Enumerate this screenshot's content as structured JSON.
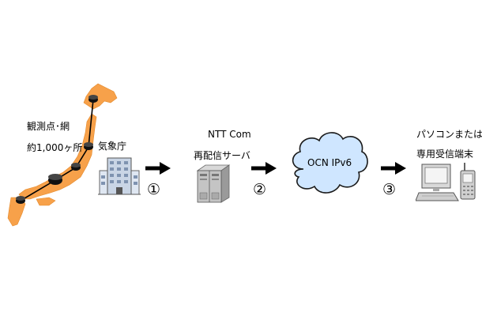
{
  "observation": {
    "line1": "観測点･網",
    "line2": "約1,000ヶ所"
  },
  "agency": {
    "label": "気象庁"
  },
  "server": {
    "line1": "NTT Com",
    "line2": "再配信サーバ"
  },
  "network": {
    "label": "OCN IPv6"
  },
  "receiver": {
    "line1": "パソコンまたは",
    "line2": "専用受信端末"
  },
  "steps": [
    "①",
    "②",
    "③"
  ],
  "colors": {
    "map": "#f7a14a",
    "cloud": "#cfe6ff",
    "arrow": "#000000"
  }
}
